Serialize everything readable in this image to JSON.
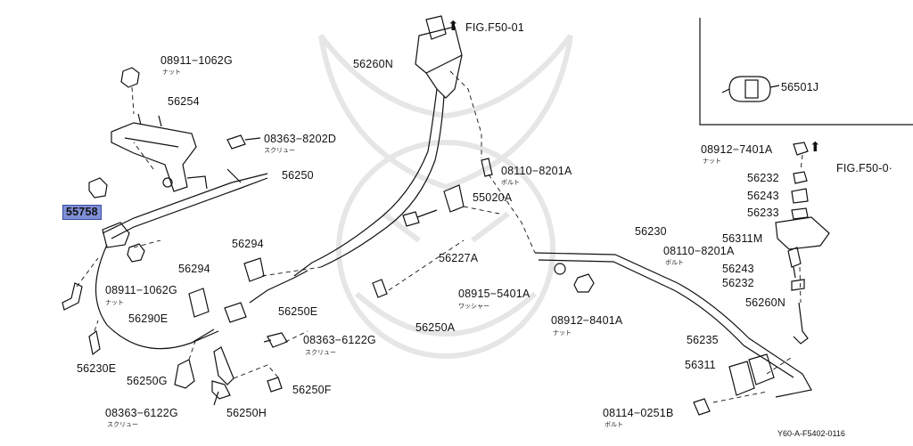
{
  "labels": {
    "p08911_1062G_top": "08911−1062G",
    "p56254": "56254",
    "p08363_8202D": "08363−8202D",
    "p56250": "56250",
    "p55758": "55758",
    "p08911_1062G_mid": "08911−1062G",
    "p56290E": "56290E",
    "p56230E": "56230E",
    "p56250G": "56250G",
    "p08363_6122G_bot": "08363−6122G",
    "p56250H": "56250H",
    "p56250F": "56250F",
    "p08363_6122G_mid": "08363−6122G",
    "p56250E": "56250E",
    "p56294_a": "56294",
    "p56294_b": "56294",
    "p56250A": "56250A",
    "p56227A": "56227A",
    "p55020A": "55020A",
    "p08110_8201A_top": "08110−8201A",
    "p56260N_top": "56260N",
    "p08915_5401A": "08915−5401A",
    "p08912_8401A": "08912−8401A",
    "p56230": "56230",
    "p08110_8201A_right": "08110−8201A",
    "p56311M": "56311M",
    "p56243_a": "56243",
    "p56233": "56233",
    "p56232_a": "56232",
    "p08912_7401A": "08912−7401A",
    "p56243_b": "56243",
    "p56232_b": "56232",
    "p56260N_right": "56260N",
    "p56235": "56235",
    "p56311": "56311",
    "p08114_0251B": "08114−0251B",
    "p56501J": "56501J"
  },
  "sublabels": {
    "nut_1": "ナット",
    "screw_1": "スクリュー",
    "nut_2": "ナット",
    "screw_2": "スクリュー",
    "screw_3": "スクリュー",
    "bolt_1": "ボルト",
    "washer": "ワッシャー",
    "nut_3": "ナット",
    "bolt_2": "ボルト",
    "nut_4": "ナット",
    "bolt_3": "ボルト"
  },
  "figure_refs": {
    "top": "FIG.F50-01",
    "right": "FIG.F50-0·"
  },
  "diagram_code": "Y60-A-F5402-0116"
}
